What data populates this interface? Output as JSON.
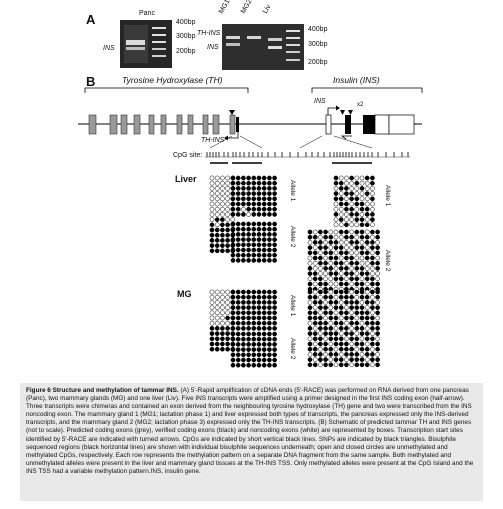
{
  "panelA": {
    "letter": "A",
    "panc_label": "Panc",
    "ins_label": "INS",
    "panc_ladder": [
      "400bp",
      "300bp",
      "200bp"
    ],
    "lanes": [
      "MG1",
      "MG2",
      "Liv"
    ],
    "th_ins_label": "TH-INS",
    "ins_label2": "INS",
    "right_ladder": [
      "400bp",
      "300bp",
      "200bp"
    ]
  },
  "panelB": {
    "letter": "B",
    "th_gene": "Tyrosine Hydroxylase (TH)",
    "ins_gene": "Insulin (INS)",
    "th_ins_tss": "TH-INS",
    "ins_tss": "INS",
    "x2_label": "x2",
    "cpg_label": "CpG site:",
    "tissues": [
      "Liver",
      "MG"
    ],
    "allele_labels": [
      "Allele 1",
      "Allele 2"
    ]
  },
  "caption": {
    "title": "Figure 6 Structure and methylation of tammar INS.",
    "body": "(A) 5'-Rapid amplification of cDNA ends (5'-RACE) was performed on RNA derived from one pancreas (Panc), two mammary glands (MG) and one liver (Liv). Five INS transcripts were amplified using a primer designed in the first INS coding exon (half-arrow). Three transcripts were chimeras and contained an exon derived from the neighbouring tyrosine hydroxylase (TH) gene and two were transcribed from the INS noncoding exon. The mammary gland 1 (MG1; lactation phase 1) and liver expressed both types of transcripts, the pancreas expressed only the INS-derived transcripts, and the mammary gland 2 (MG2; lactation phase 3) expressed only the TH-INS transcripts. (B) Schematic of predicted tammar TH and INS genes (not to scale). Predicted coding exons (grey), verified coding exons (black) and noncoding exons (white) are represented by boxes. Transcription start sites identified by 5'-RACE are indicated with turned arrows. CpGs are indicated by short vertical black lines. SNPs are indicated by black triangles. Bisulphite sequenced regions (black horizontal lines) are shown with individual bisulphite sequences underneath; open and closed circles are unmethylated and methylated CpGs, respectively. Each row represents the methylation pattern on a separate DNA fragment from the same sample. Both methylated and unmethylated alleles were present in the liver and mammary gland tissues at the TH-INS TSS. Only methylated alleles were present at the CpG Island and the INS TSS had a variable methylation pattern.INS, insulin gene."
  },
  "colors": {
    "gel_bg": "#2a2a2a",
    "band": "#e0e0e0",
    "grey_exon": "#9a9a9a",
    "caption_bg": "#e9e9e9"
  }
}
